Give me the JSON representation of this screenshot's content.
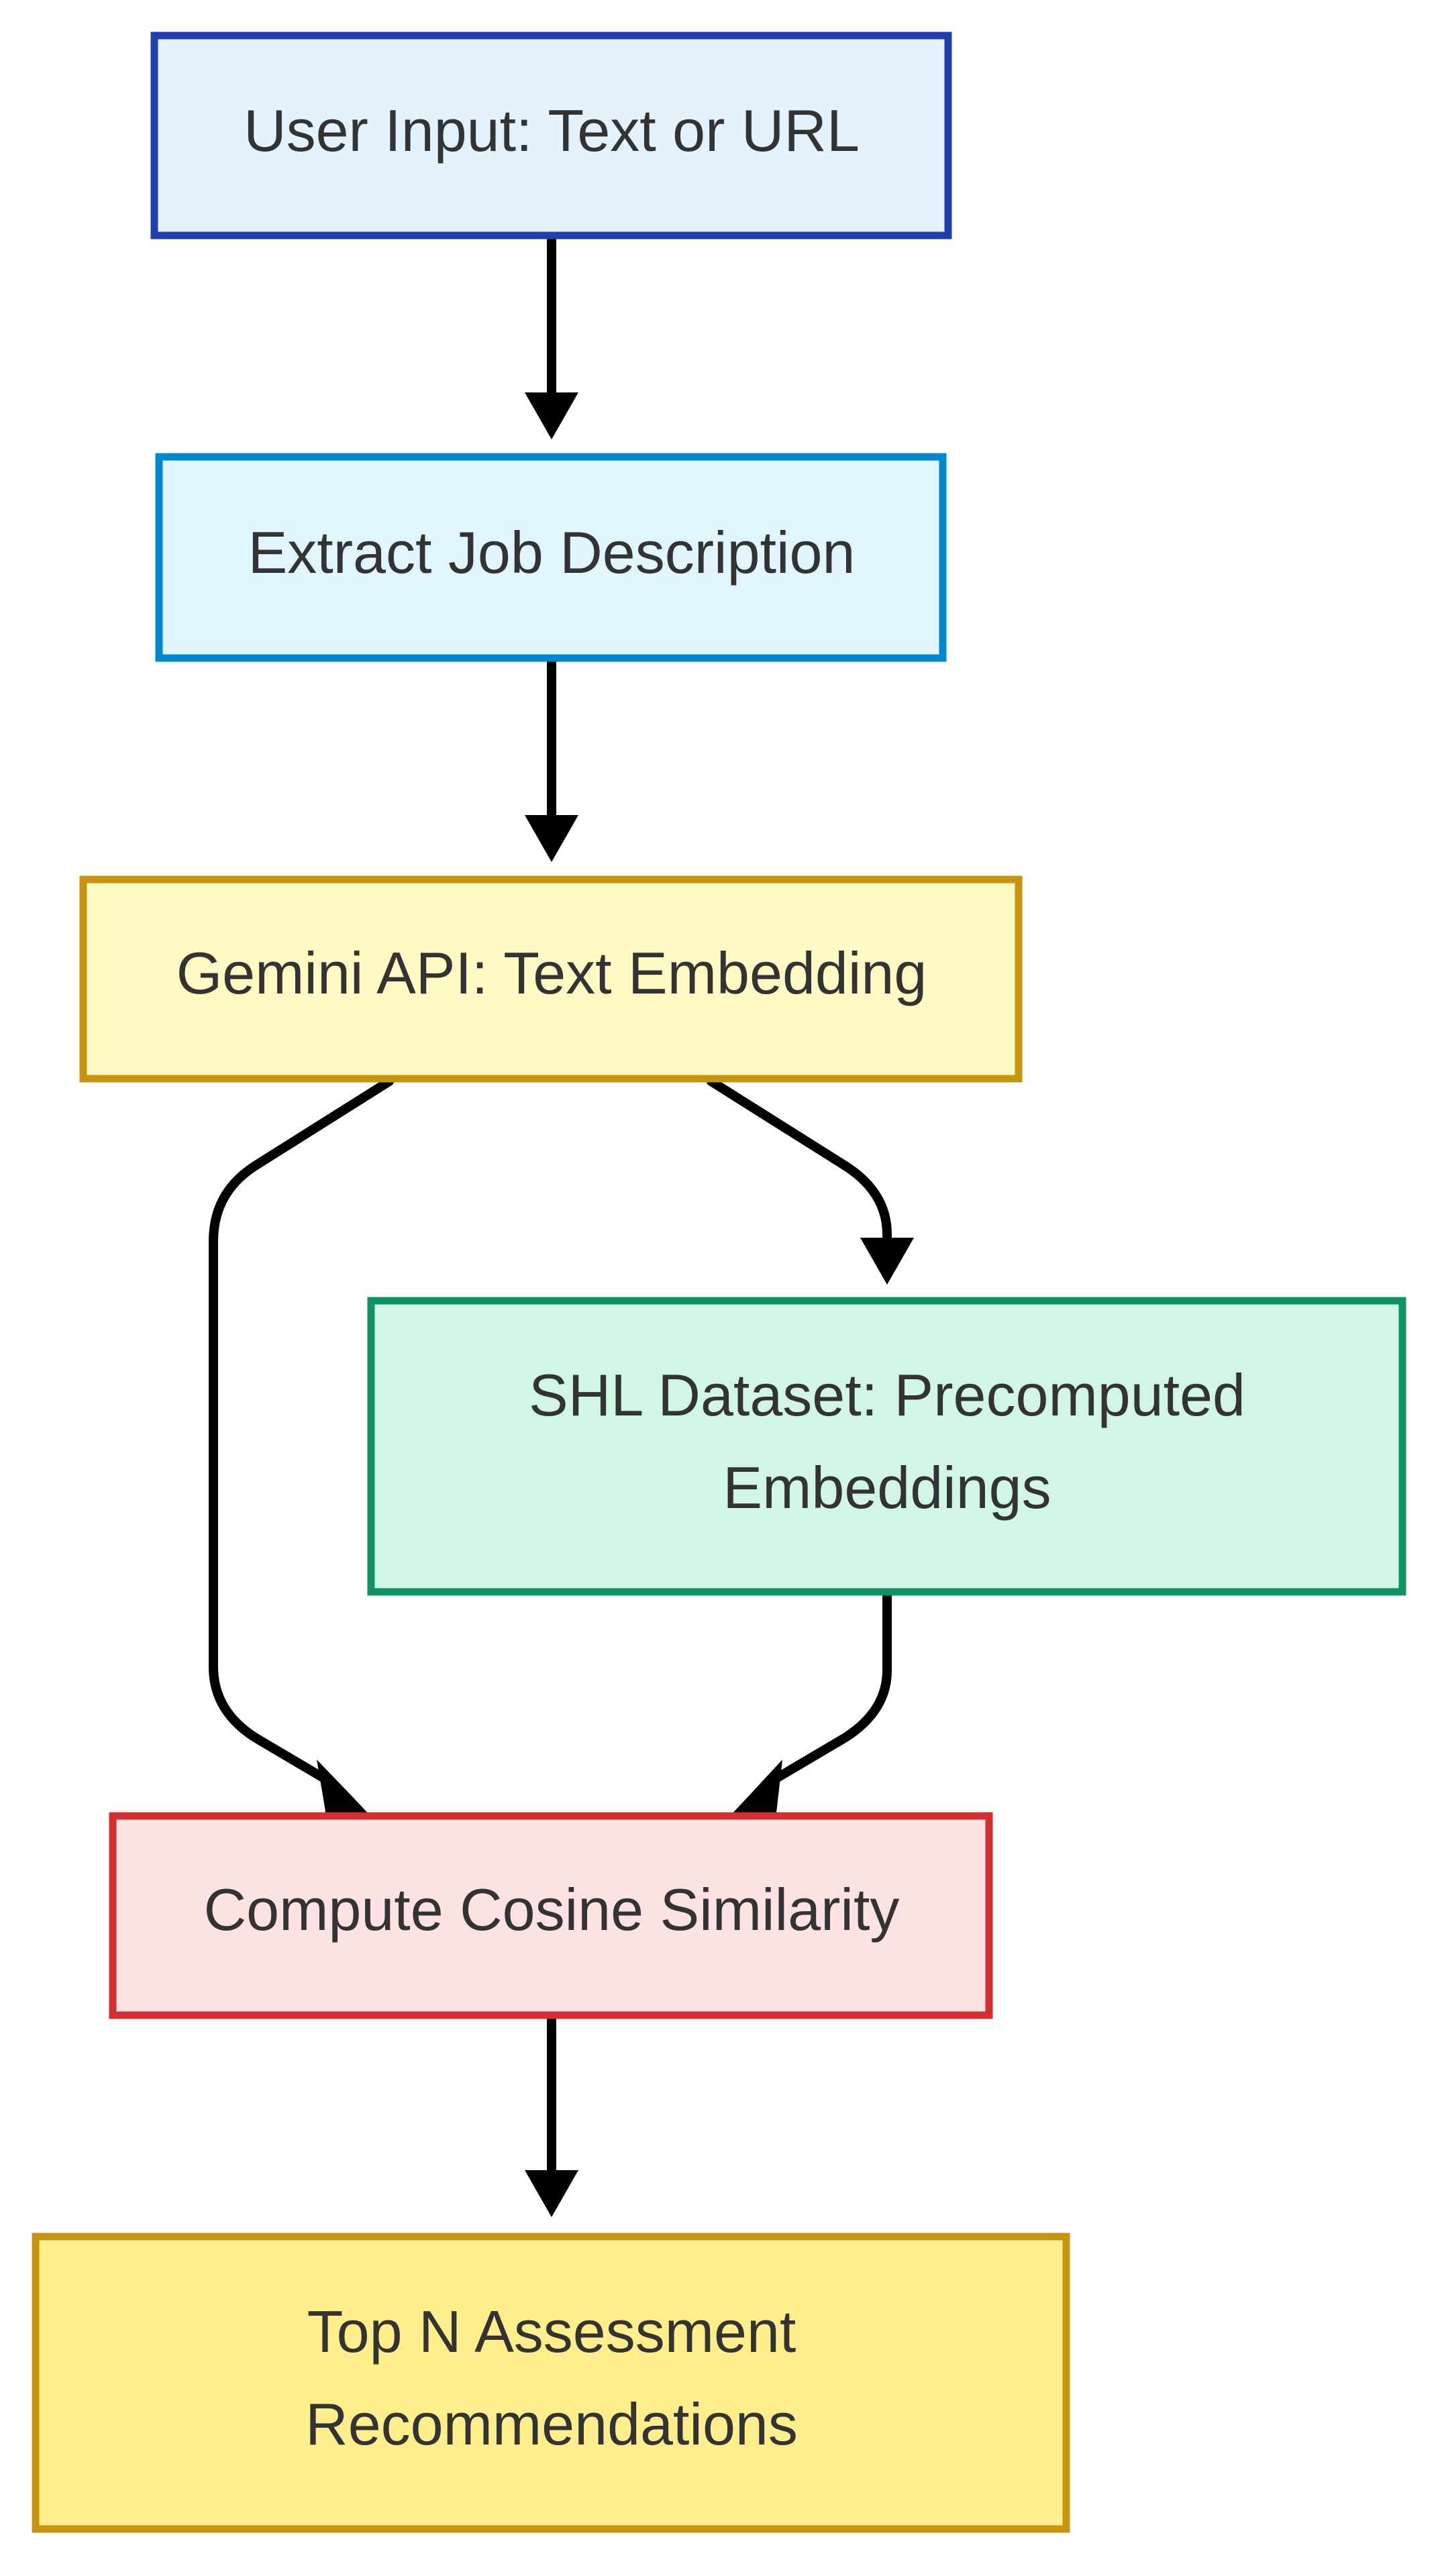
{
  "nodes": {
    "user_input": {
      "lines": [
        "User Input: Text or URL"
      ],
      "fill": "#E3F2FD",
      "stroke": "#1E40AF"
    },
    "extract": {
      "lines": [
        "Extract Job Description"
      ],
      "fill": "#E1F5FE",
      "stroke": "#0288D1"
    },
    "gemini": {
      "lines": [
        "Gemini API: Text Embedding"
      ],
      "fill": "#FFF9C4",
      "stroke": "#C8940E"
    },
    "shl": {
      "lines": [
        "SHL Dataset: Precomputed",
        "Embeddings"
      ],
      "fill": "#D1F7E4",
      "stroke": "#0E9365"
    },
    "cosine": {
      "lines": [
        "Compute Cosine Similarity"
      ],
      "fill": "#FDE2E4",
      "stroke": "#D32F2F"
    },
    "top_n": {
      "lines": [
        "Top N Assessment",
        "Recommendations"
      ],
      "fill": "#FFEE8C",
      "stroke": "#C8940E"
    }
  },
  "edges": [
    {
      "from": "user_input",
      "to": "extract"
    },
    {
      "from": "extract",
      "to": "gemini"
    },
    {
      "from": "gemini",
      "to": "shl"
    },
    {
      "from": "gemini",
      "to": "cosine"
    },
    {
      "from": "shl",
      "to": "cosine"
    },
    {
      "from": "cosine",
      "to": "top_n"
    }
  ],
  "edge_color": "#000000"
}
